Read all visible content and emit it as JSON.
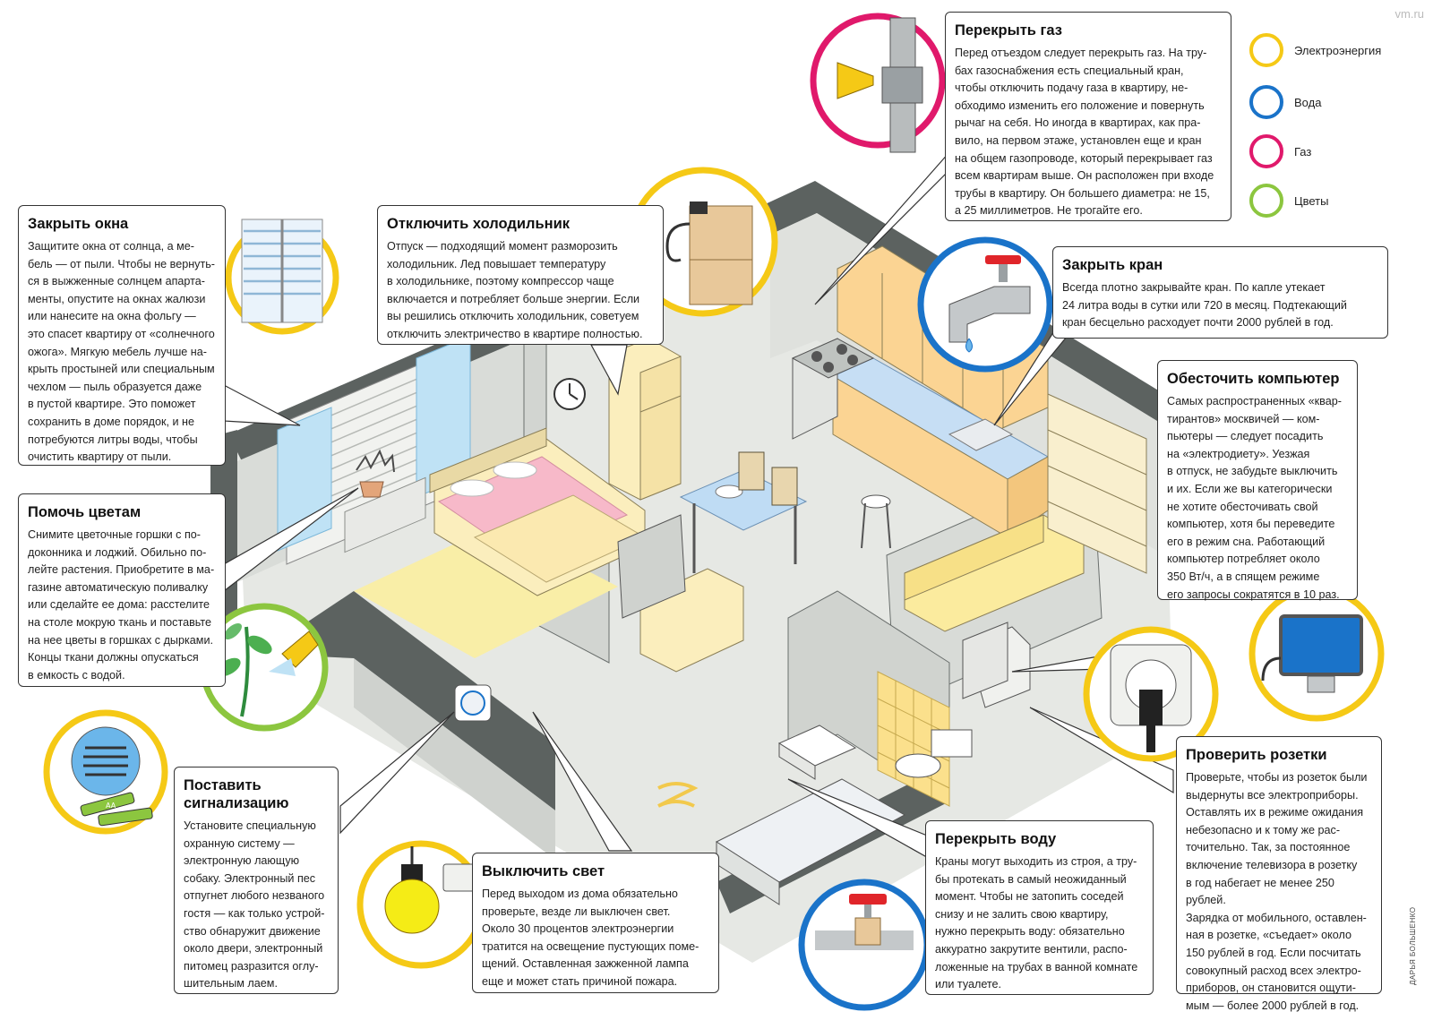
{
  "site": "vm.ru",
  "credit": "ДАРЬЯ БОЛЬШЕНКО",
  "colors": {
    "electricity": "#f5c916",
    "water": "#1a73c9",
    "gas": "#e0196b",
    "flowers": "#8cc63f",
    "wall": "#5c6260"
  },
  "legend": [
    {
      "label": "Электроэнергия",
      "color": "#f5c916"
    },
    {
      "label": "Вода",
      "color": "#1a73c9"
    },
    {
      "label": "Газ",
      "color": "#e0196b"
    },
    {
      "label": "Цветы",
      "color": "#8cc63f"
    }
  ],
  "callouts": {
    "windows": {
      "title": "Закрыть окна",
      "text": "Защитите окна от солнца, а ме-\nбель — от пыли. Чтобы не вернуть-\nся в выжженные солнцем апарта-\nменты, опустите на окнах жалюзи\nили нанесите на окна фольгу —\nэто спасет квартиру от «солнечного\nожога». Мягкую мебель лучше на-\nкрыть простыней или специальным\nчехлом — пыль образуется даже\nв пустой квартире. Это поможет\nсохранить в доме порядок, и не\nпотребуются литры воды, чтобы\nочистить квартиру от пыли."
    },
    "flowers": {
      "title": "Помочь цветам",
      "text": "Снимите цветочные горшки с по-\nдоконника и лоджий. Обильно по-\nлейте растения. Приобретите в ма-\nгазине автоматическую поливалку\nили сделайте ее дома: расстелите\nна столе мокрую ткань и поставьте\nна нее цветы в горшках с дырками.\nКонцы ткани должны опускаться\nв емкость с водой."
    },
    "alarm": {
      "title": "Поставить\nсигнализацию",
      "text": "Установите специальную\nохранную систему —\nэлектронную лающую\nсобаку. Электронный пес\nотпугнет любого незваного\nгостя — как только устрой-\nство обнаружит движение\nоколо двери, электронный\nпитомец разразится оглу-\nшительным лаем."
    },
    "light": {
      "title": "Выключить свет",
      "text": "Перед выходом из дома обязательно\nпроверьте, везде ли выключен свет.\nОколо 30 процентов электроэнергии\nтратится на освещение пустующих поме-\nщений. Оставленная зажженной лампа\nеще и может стать причиной пожара."
    },
    "fridge": {
      "title": "Отключить холодильник",
      "text": "Отпуск — подходящий момент разморозить\nхолодильник. Лед повышает температуру\nв холодильнике, поэтому компрессор чаще\nвключается и потребляет больше энергии. Если\nвы решились отключить холодильник, советуем\nотключить электричество в квартире полностью."
    },
    "gas": {
      "title": "Перекрыть газ",
      "text": "Перед отъездом следует перекрыть газ. На тру-\nбах газоснабжения есть специальный кран,\nчтобы отключить подачу газа в квартиру, не-\nобходимо изменить его положение и повернуть\nрычаг на себя. Но иногда в квартирах, как пра-\nвило, на первом этаже, установлен еще и кран\nна общем газопроводе, который перекрывает газ\nвсем квартирам выше. Он расположен при входе\nтрубы в квартиру. Он большего диаметра: не 15,\nа 25 миллиметров. Не трогайте его."
    },
    "tap": {
      "title": "Закрыть кран",
      "text": "Всегда плотно закрывайте кран. По капле утекает\n24 литра воды в сутки или 720 в месяц. Подтекающий\nкран бесцельно расходует почти 2000 рублей в год."
    },
    "computer": {
      "title": "Обесточить компьютер",
      "text": "Самых распространенных «квар-\nтирантов» москвичей — ком-\nпьютеры — следует посадить\nна «электродиету». Уезжая\nв отпуск, не забудьте выключить\nи их. Если же вы категорически\nне хотите обесточивать свой\nкомпьютер, хотя бы переведите\nего в режим сна. Работающий\nкомпьютер потребляет около\n350 Вт/ч, а в спящем режиме\nего запросы сократятся в 10 раз."
    },
    "sockets": {
      "title": "Проверить розетки",
      "text": "Проверьте, чтобы из розеток были\nвыдернуты все электроприборы.\nОставлять их в режиме ожидания\nнебезопасно и к тому же рас-\nточительно. Так, за постоянное\nвключение телевизора в розетку\nв год набегает не менее 250 рублей.\nЗарядка от мобильного, оставлен-\nная в розетке, «съедает» около\n150 рублей в год. Если посчитать\nсовокупный расход всех электро-\nприборов, он становится ощути-\nмым — более 2000 рублей в год."
    },
    "water": {
      "title": "Перекрыть воду",
      "text": "Краны могут выходить из строя, а тру-\nбы протекать в самый неожиданный\nмомент. Чтобы не затопить соседей\nснизу и не залить свою квартиру,\nнужно перекрыть воду: обязательно\nаккуратно закрутите вентили, распо-\nложенные на трубах в ванной комнате\nили туалете."
    }
  },
  "battery_label": "AA"
}
